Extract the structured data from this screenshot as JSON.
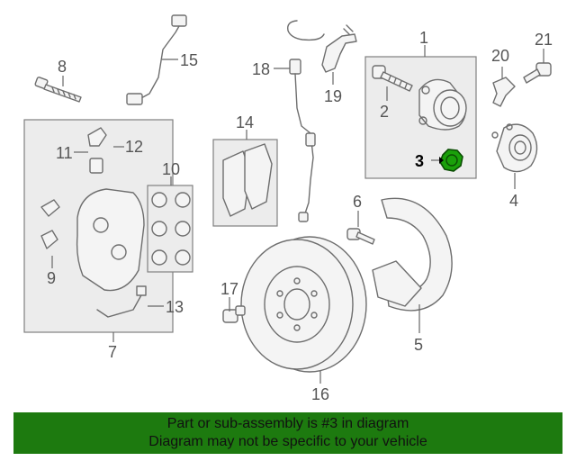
{
  "diagram": {
    "callouts": [
      "1",
      "2",
      "3",
      "4",
      "5",
      "6",
      "7",
      "8",
      "9",
      "10",
      "11",
      "12",
      "13",
      "14",
      "15",
      "16",
      "17",
      "18",
      "19",
      "20",
      "21"
    ],
    "highlight_color": "#1aa00a",
    "banner_color": "#1d7a0f"
  },
  "banner": {
    "line1": "Part or sub-assembly is #3 in diagram",
    "line2": "Diagram may not be specific to your vehicle"
  }
}
